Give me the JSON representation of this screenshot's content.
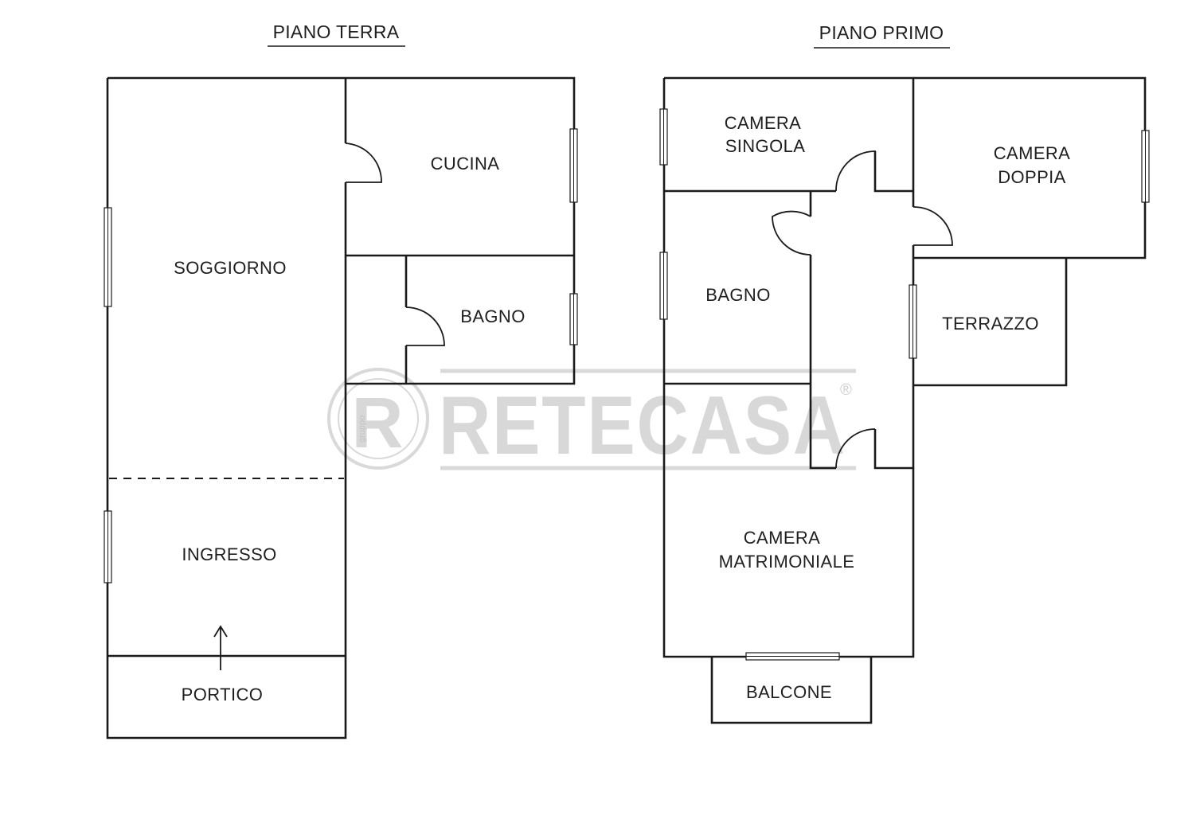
{
  "floors": {
    "ground": {
      "title": "PIANO TERRA",
      "rooms": {
        "soggiorno": "SOGGIORNO",
        "cucina": "CUCINA",
        "bagno": "BAGNO",
        "ingresso": "INGRESSO",
        "portico": "PORTICO"
      }
    },
    "first": {
      "title": "PIANO PRIMO",
      "rooms": {
        "camera_singola": [
          "CAMERA",
          "SINGOLA"
        ],
        "camera_doppia": [
          "CAMERA",
          "DOPPIA"
        ],
        "bagno": "BAGNO",
        "terrazzo": "TERRAZZO",
        "camera_matrimoniale": [
          "CAMERA",
          "MATRIMONIALE"
        ],
        "balcone": "BALCONE"
      }
    }
  },
  "watermark": {
    "brand": "RETECASA",
    "registered": "®",
    "badge_letter": "R",
    "badge_small": "gruppo"
  }
}
